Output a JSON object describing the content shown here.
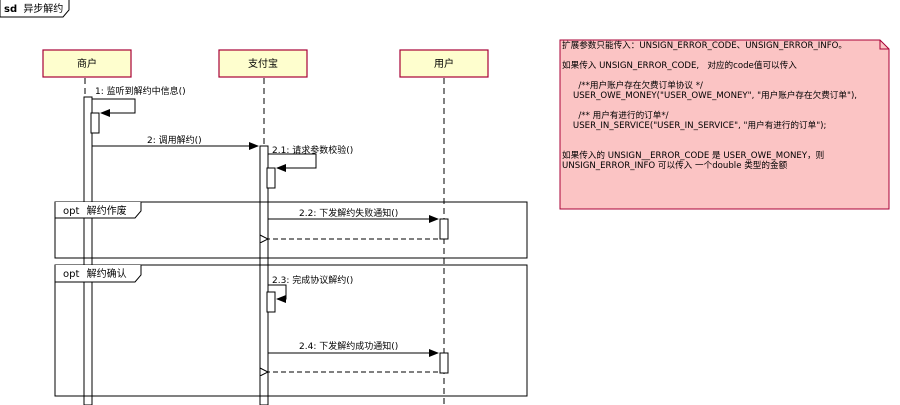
{
  "frame": {
    "keyword": "sd",
    "name": "异步解约"
  },
  "participants": [
    {
      "id": "merchant",
      "label": "商户"
    },
    {
      "id": "alipay",
      "label": "支付宝"
    },
    {
      "id": "user",
      "label": "用户"
    }
  ],
  "messages": [
    {
      "id": "m1",
      "label": "1: 监听到解约中信息()"
    },
    {
      "id": "m2",
      "label": "2: 调用解约()"
    },
    {
      "id": "m21",
      "label": "2.1: 请求参数校验()"
    },
    {
      "id": "m22",
      "label": "2.2: 下发解约失败通知()"
    },
    {
      "id": "m23",
      "label": "2.3: 完成协议解约()"
    },
    {
      "id": "m24",
      "label": "2.4: 下发解约成功通知()"
    }
  ],
  "fragments": [
    {
      "id": "opt1",
      "operator": "opt",
      "guard": "解约作废"
    },
    {
      "id": "opt2",
      "operator": "opt",
      "guard": "解约确认"
    }
  ],
  "note": {
    "lines": [
      "扩展参数只能传入：UNSIGN_ERROR_CODE、UNSIGN_ERROR_INFO。",
      "",
      "如果传入 UNSIGN_ERROR_CODE,   对应的code值可以传入",
      "",
      "      /**用户账户存在欠费订单协议 */",
      "    USER_OWE_MONEY(\"USER_OWE_MONEY\", \"用户账户存在欠费订单\"),",
      "",
      "      /** 用户有进行的订单*/",
      "    USER_IN_SERVICE(\"USER_IN_SERVICE\", \"用户有进行的订单\");",
      "",
      "",
      "如果传入的 UNSIGN__ERROR_CODE 是 USER_OWE_MONEY，则",
      "UNSIGN_ERROR_INFO 可以传入 一个double 类型的金额"
    ]
  },
  "colors": {
    "participant_fill": "#fefece",
    "participant_border": "#a80036",
    "note_fill": "#fbc4c4",
    "note_border": "#a80036",
    "line": "#000000"
  }
}
